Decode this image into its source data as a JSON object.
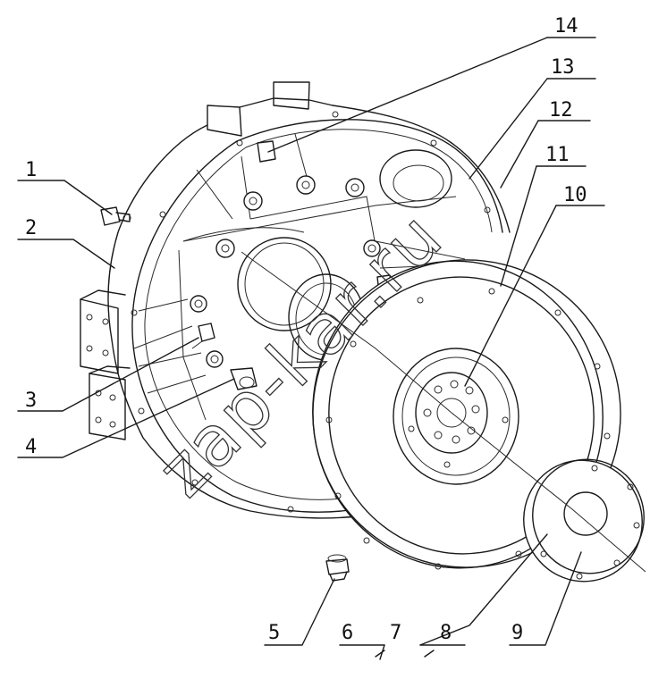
{
  "diagram": {
    "watermark": "zap-kar.ru",
    "callouts": [
      {
        "id": "1",
        "label": "1"
      },
      {
        "id": "2",
        "label": "2"
      },
      {
        "id": "3",
        "label": "3"
      },
      {
        "id": "4",
        "label": "4"
      },
      {
        "id": "5",
        "label": "5"
      },
      {
        "id": "6",
        "label": "6"
      },
      {
        "id": "7",
        "label": "7"
      },
      {
        "id": "8",
        "label": "8"
      },
      {
        "id": "9",
        "label": "9"
      },
      {
        "id": "10",
        "label": "10"
      },
      {
        "id": "11",
        "label": "11"
      },
      {
        "id": "12",
        "label": "12"
      },
      {
        "id": "13",
        "label": "13"
      },
      {
        "id": "14",
        "label": "14"
      }
    ]
  },
  "colors": {
    "ink": "#1a1a1a",
    "paper": "#ffffff"
  }
}
